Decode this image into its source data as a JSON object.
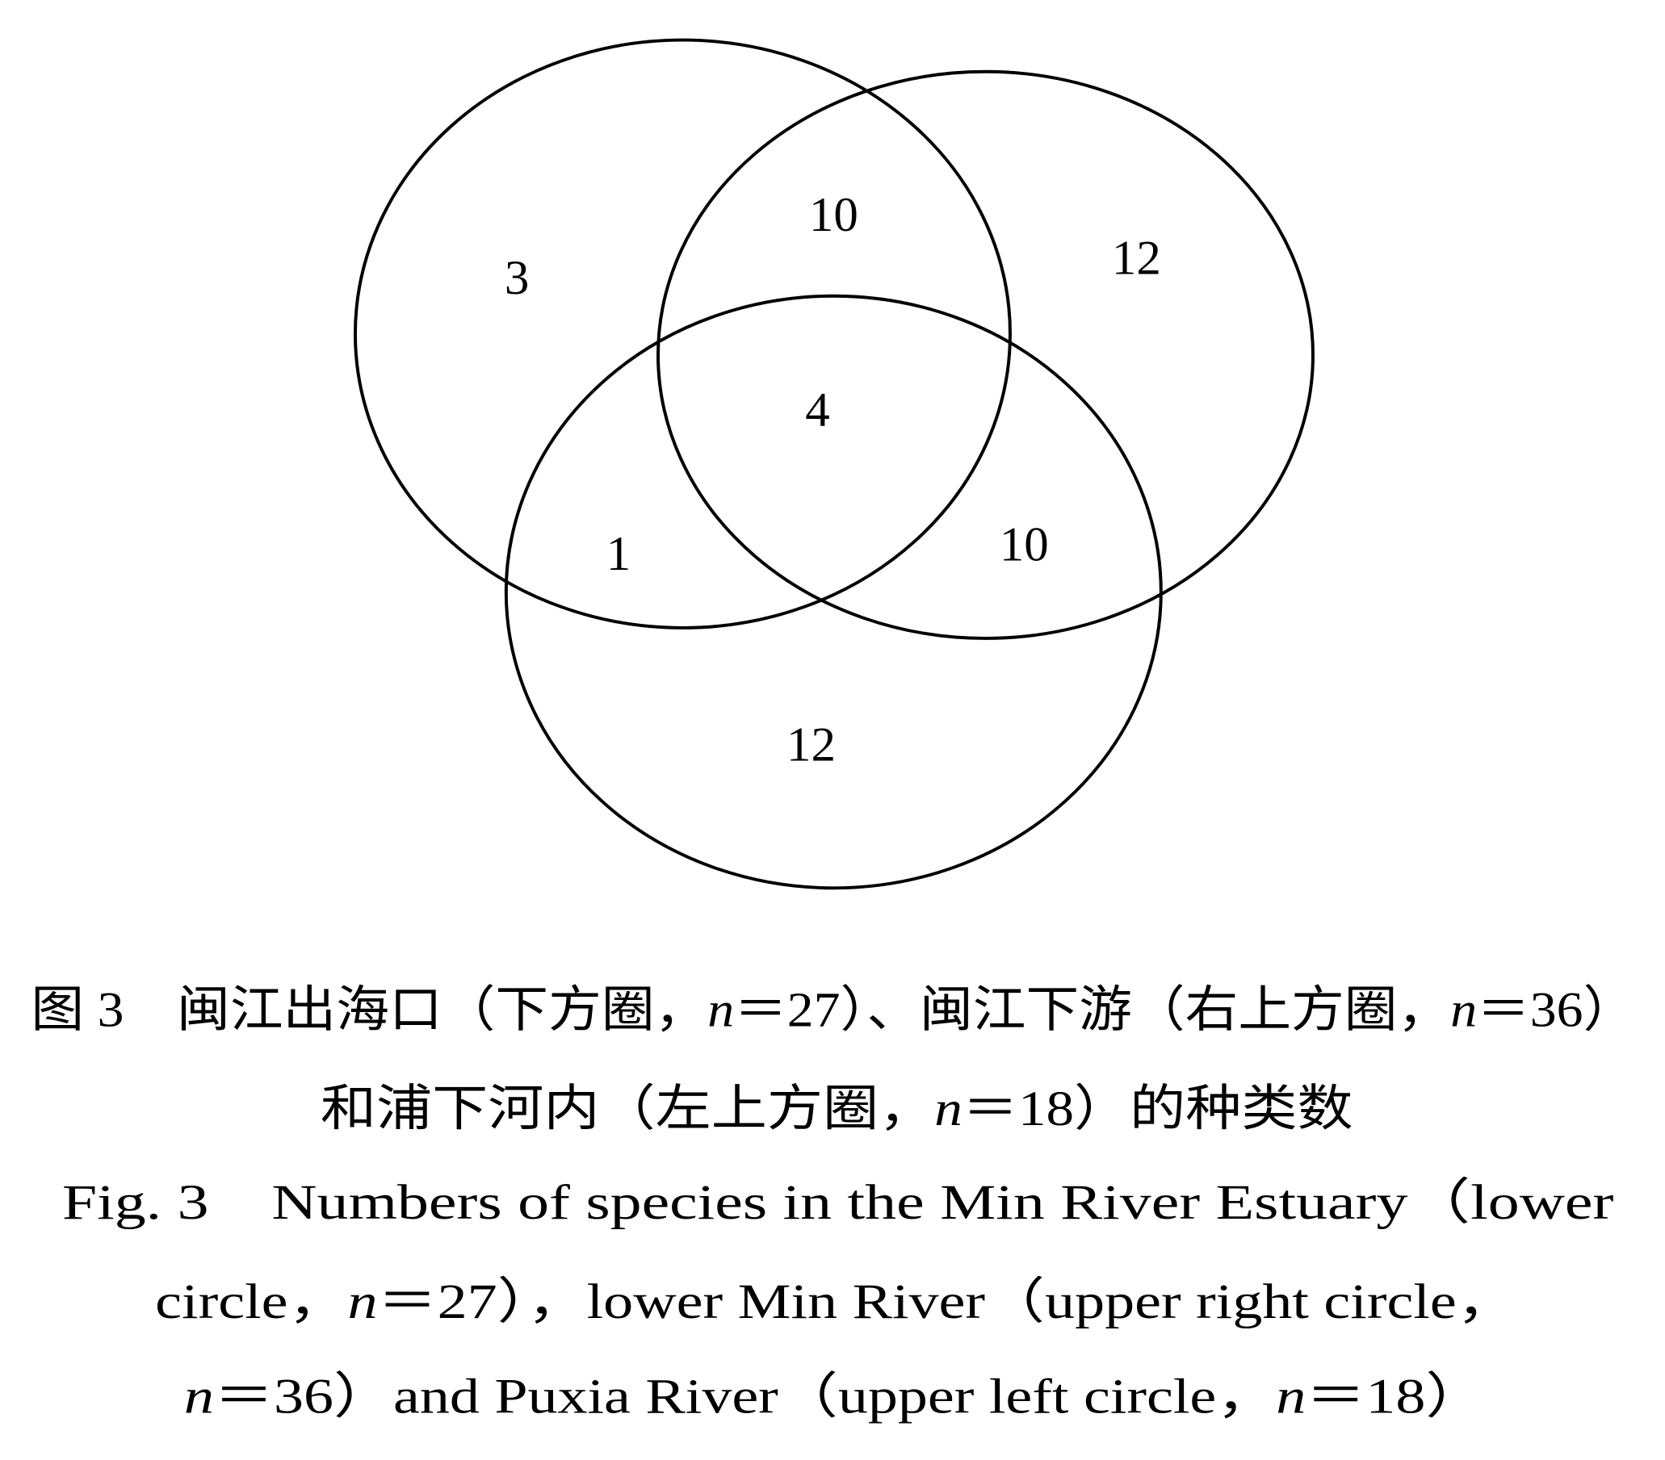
{
  "venn": {
    "regions": {
      "upper_left_only": 3,
      "upper_left_and_upper_right": 10,
      "upper_right_only": 12,
      "all_three": 4,
      "upper_left_and_lower": 1,
      "upper_right_and_lower": 10,
      "lower_only": 12
    }
  },
  "caption": {
    "zh": [
      "图 3　闽江出海口（下方圈，n＝27）、闽江下游（右上方圈，n＝36）",
      "和浦下河内（左上方圈，n＝18）的种类数"
    ],
    "en": [
      "Fig. 3　Numbers of species in the Min River Estuary（lower",
      "circle，n＝27），lower Min River（upper right circle，",
      "n＝36）and Puxia River（upper left circle，n＝18）"
    ]
  },
  "colors": {
    "background": "#ffffff",
    "stroke": "#000000",
    "text": "#000000"
  }
}
